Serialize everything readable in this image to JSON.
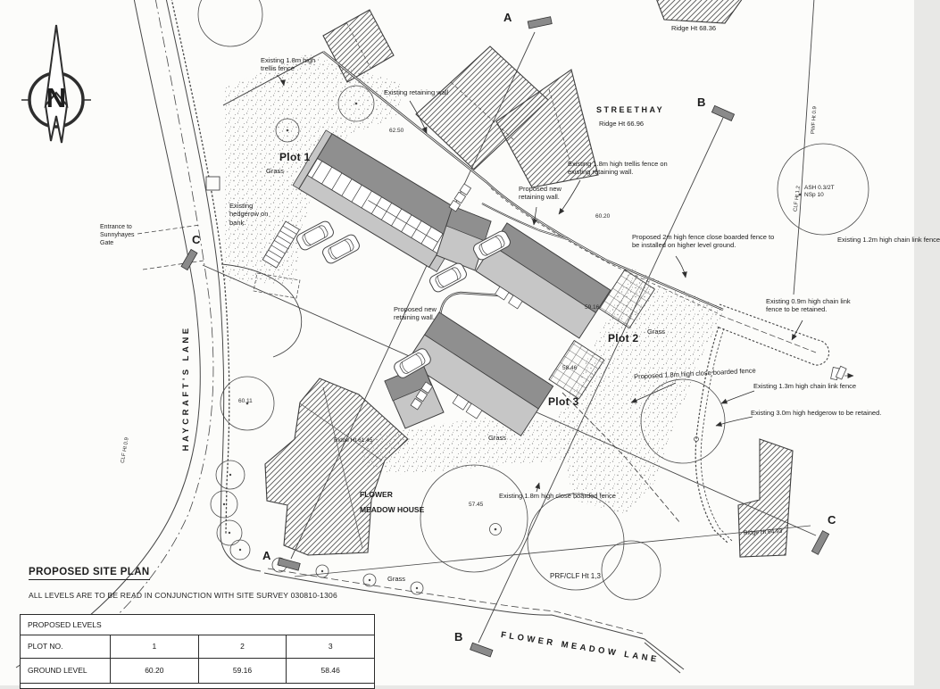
{
  "sheet": {
    "title": "PROPOSED SITE PLAN",
    "note": "ALL LEVELS ARE TO BE READ IN CONJUNCTION WITH SITE SURVEY 030810-1306"
  },
  "levels_table": {
    "title": "PROPOSED LEVELS",
    "plot_row": {
      "label": "PLOT NO.",
      "values": [
        "1",
        "2",
        "3"
      ]
    },
    "ground_row": {
      "label": "GROUND LEVEL",
      "values": [
        "60.20",
        "59.16",
        "58.46"
      ]
    }
  },
  "compass": {
    "label": "N"
  },
  "roads": {
    "haycrafts_lane": "HAYCRAFT'S LANE",
    "flower_meadow_lane": "FLOWER MEADOW LANE"
  },
  "plots": {
    "plot1": "Plot 1",
    "plot2": "Plot 2",
    "plot3": "Plot 3"
  },
  "buildings": {
    "streethay_name": "STREETHAY",
    "streethay_ridge": "Ridge Ht 66.96",
    "northeast_ridge": "Ridge Ht 68.36",
    "fmh_line1": "FLOWER",
    "fmh_line2": "MEADOW HOUSE",
    "fmh_ridge": "Ridge Ht 61.45",
    "southeast_ridge": "Ridge Ht 64.93"
  },
  "sections": {
    "a": "A",
    "b": "B",
    "c": "C"
  },
  "annotations": {
    "trellis_fence": "Existing 1.8m high trellis fence",
    "existing_retaining_wall": "Existing retaining wall",
    "trellis_on_wall": "Existing 1.8m high trellis fence on existing retaining wall.",
    "proposed_wall_top": "Proposed new retaining wall.",
    "proposed_wall_mid": "Proposed new retaining wall.",
    "hedgerow_bank": "Existing hedgerow on bank.",
    "entrance": "Entrance to Sunnyhayes Gate",
    "fence_2m": "Proposed 2m high fence close boarded fence to be installed on higher level ground.",
    "chain_link_12": "Existing 1.2m high chain link fence",
    "chain_link_09": "Existing 0.9m high chain link fence to be retained.",
    "close_boarded_proposed": "Proposed 1.8m high close boarded fence",
    "chain_link_13": "Existing 1.3m high chain link fence",
    "hedgerow_30": "Existing 3.0m high hedgerow to be retained.",
    "close_boarded_existing": "Existing 1.8m high close boarded fence",
    "prf_clf": "PRF/CLF Ht 1,3",
    "tag_clf12": "CLF Ht 1.2",
    "tag_pwf09": "PWF Ht 0.9",
    "tag_clf09_left": "CLF Ht 0.9",
    "tree_tag": "ASH 0.3/2T NSp 10"
  },
  "labels": {
    "grass": "Grass"
  },
  "spot_levels": {
    "s1": "62.50",
    "s2": "60.20",
    "s3": "59.16",
    "s4": "58.46",
    "s5": "57.45",
    "s6": "60.11"
  }
}
